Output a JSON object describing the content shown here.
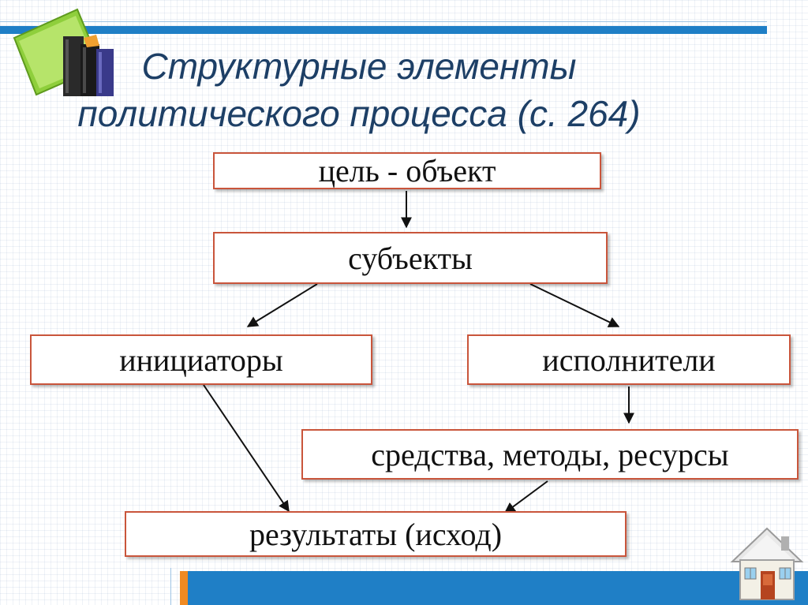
{
  "title": {
    "line1": "Структурные элементы",
    "line2": "политического процесса (с. 264)"
  },
  "nodes": {
    "goal": "цель - объект",
    "subjects": "субъекты",
    "initiators": "инициаторы",
    "executors": "исполнители",
    "means": "средства, методы, ресурсы",
    "results": "результаты (исход)"
  },
  "icons": {
    "books": "books-icon",
    "home": "home-icon"
  },
  "colors": {
    "accent_blue": "#1f7fc6",
    "accent_orange": "#f08a22",
    "box_border": "#c9553b",
    "title_text": "#1d3f66"
  }
}
